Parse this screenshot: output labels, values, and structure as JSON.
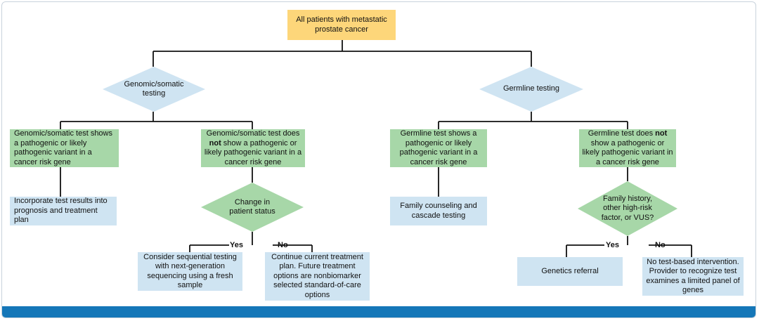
{
  "nodes": {
    "start": "All patients with metastatic prostate cancer",
    "genomic_testing": "Genomic/somatic testing",
    "germline_testing": "Germline testing",
    "genomic_positive": "Genomic/somatic test shows a pathogenic or likely pathogenic variant in a cancer risk gene",
    "genomic_negative_pre": "Genomic/somatic test does",
    "genomic_negative_bold": "not",
    "genomic_negative_post": "show a pathogenic or likely pathogenic variant in a cancer risk gene",
    "germline_positive": "Germline test shows a pathogenic or likely pathogenic variant in a cancer risk gene",
    "germline_negative_pre": "Germline test does",
    "germline_negative_bold": "not",
    "germline_negative_post": "show a pathogenic or likely pathogenic variant in a cancer risk gene",
    "incorporate": "Incorporate test results into prognosis and treatment plan",
    "change_status": "Change in patient status",
    "family_counseling": "Family counseling and cascade testing",
    "family_history": "Family history, other high-risk factor, or VUS?",
    "sequential_testing": "Consider sequential testing with next-generation sequencing using a fresh sample",
    "continue_plan": "Continue current treatment plan. Future treatment options are nonbiomarker selected standard-of-care options",
    "genetics_referral": "Genetics referral",
    "no_intervention": "No test-based intervention. Provider to recognize test examines a limited panel of genes"
  },
  "labels": {
    "yes_left": "Yes",
    "no_left": "No",
    "yes_right": "Yes",
    "no_right": "No"
  },
  "colors": {
    "start": "#fdd67a",
    "positive": "#a7d7a8",
    "action": "#cfe4f2",
    "decision": "#cfe4f2",
    "footer_bar": "#1577b8"
  }
}
